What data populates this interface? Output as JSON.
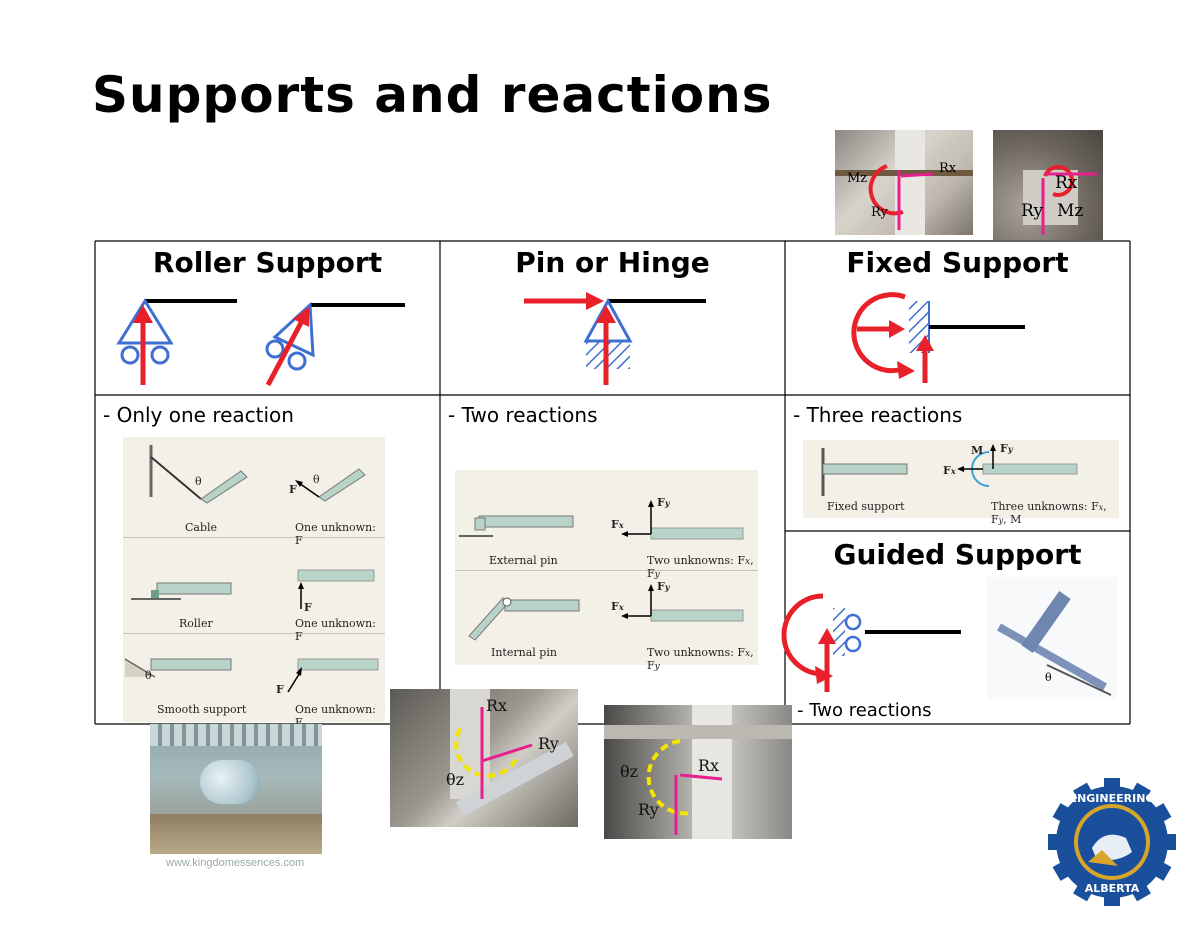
{
  "title": "Supports and reactions",
  "columns": {
    "roller": {
      "heading": "Roller Support",
      "note": "- Only one reaction"
    },
    "pin": {
      "heading": "Pin or Hinge",
      "note": "- Two reactions"
    },
    "fixed": {
      "heading": "Fixed Support",
      "note": "- Three reactions"
    },
    "guided": {
      "heading": "Guided Support",
      "note": "- Two reactions"
    }
  },
  "roller_textbook": {
    "cable": "Cable",
    "cable_unknown": "One unknown: F",
    "roller": "Roller",
    "roller_unknown": "One unknown: F",
    "smooth": "Smooth support",
    "smooth_unknown": "One unknown: F",
    "force": "F",
    "theta": "θ"
  },
  "pin_textbook": {
    "external": "External pin",
    "external_unknown": "Two unknowns: F",
    "internal": "Internal pin",
    "internal_unknown": "Two unknowns: F",
    "fx": "F",
    "fy": "F",
    "x_sub": "x",
    "y_sub": "y"
  },
  "fixed_textbook": {
    "fixed": "Fixed support",
    "unknowns": "Three unknowns: F",
    "m": "M"
  },
  "photo_labels": {
    "mz": "M",
    "z": "z",
    "rx": "R",
    "x": "x",
    "ry": "R",
    "y": "y",
    "thetaz": "θ"
  },
  "watermark": "www.kingdomessences.com",
  "logo": {
    "top": "ENGINEERING",
    "bottom": "ALBERTA"
  },
  "colors": {
    "red": "#e8202a",
    "blue": "#3f6fd1",
    "magenta": "#e81e8c",
    "yellow": "#f2e600",
    "beam": "#b8d3c8",
    "logo_blue": "#1a4f9c"
  }
}
